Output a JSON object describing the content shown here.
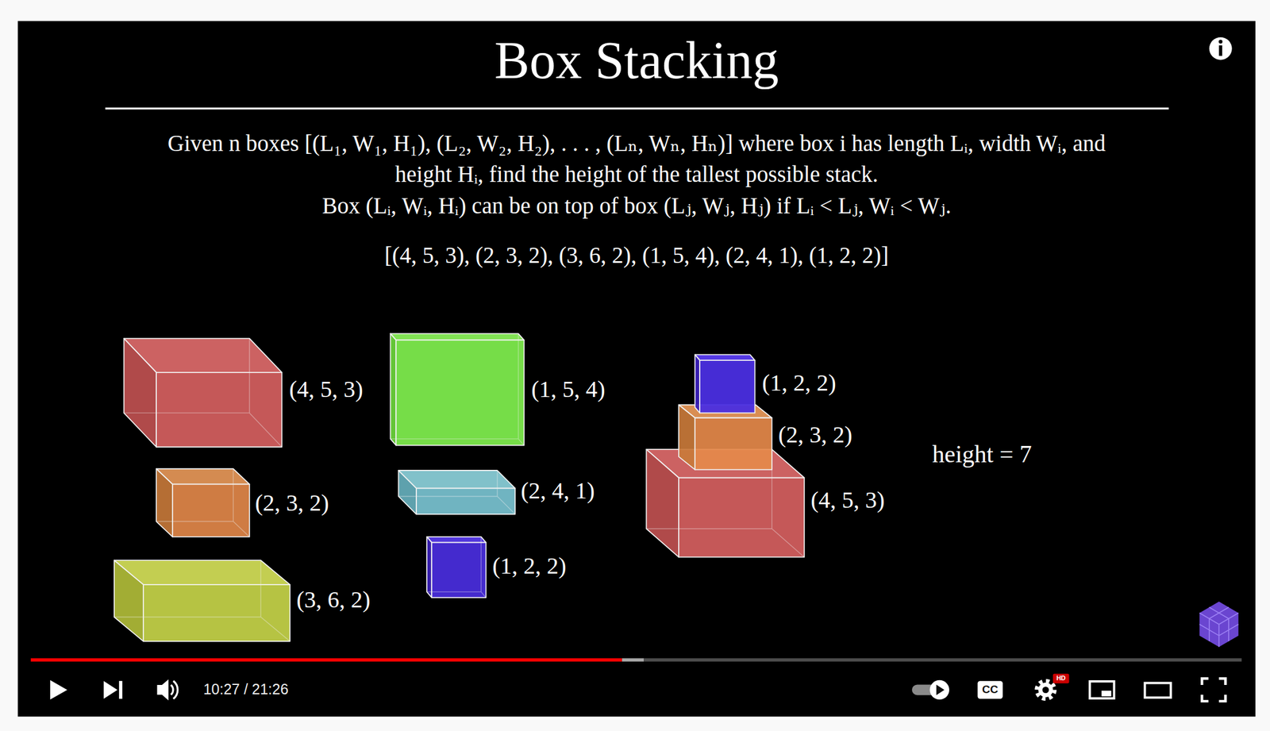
{
  "diagram": {
    "title": "Box Stacking",
    "labels": [
      "Given n boxes [(L₁, W₁, H₁), (L₂, W₂, H₂), . . . , (Lₙ, Wₙ, Hₙ)] where box i has length Lᵢ, width Wᵢ, and height Hᵢ, find the height of the tallest possible stack.",
      "Box (Lᵢ, Wᵢ, Hᵢ) can be on top of box (Lⱼ, Wⱼ, Hⱼ) if Lᵢ < Lⱼ, Wᵢ < Wⱼ.",
      "[(4, 5, 3), (2, 3, 2), (3, 6, 2), (1, 5, 4), (2, 4, 1), (1, 2, 2)]",
      "(4, 5, 3)",
      "(1, 5, 4)",
      "(1, 2, 2)",
      "(2, 3, 2)",
      "height = 7",
      "(4, 5, 3)",
      "(2, 3, 2)",
      "(2, 4, 1)",
      "(1, 2, 2)",
      "(3, 6, 2)",
      "10:27 / 21:26",
      "CC",
      "HD"
    ]
  }
}
